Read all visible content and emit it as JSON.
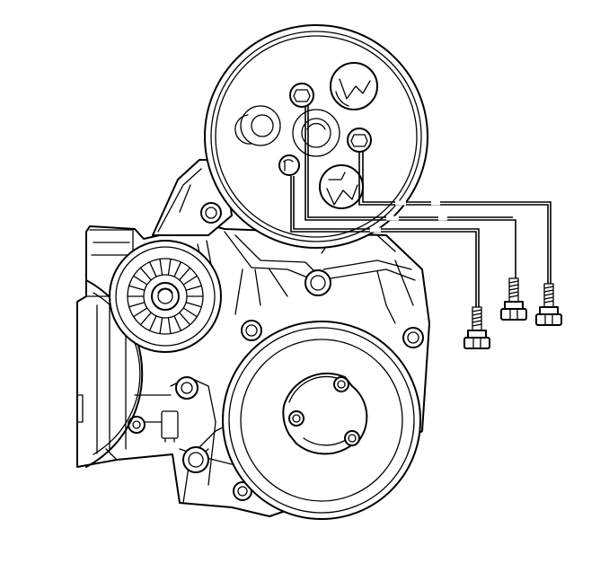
{
  "diagram": {
    "kind": "line-art-technical-illustration",
    "components": [
      {
        "name": "upper-pulley",
        "fasteners": 3
      },
      {
        "name": "drive-belt-tensioner-pulley"
      },
      {
        "name": "engine-front-cover-bracket"
      },
      {
        "name": "lower-pulley",
        "fasteners": 3
      }
    ],
    "callout_bolts": 3,
    "colors": {
      "line": "#000000",
      "background": "#ffffff"
    }
  }
}
